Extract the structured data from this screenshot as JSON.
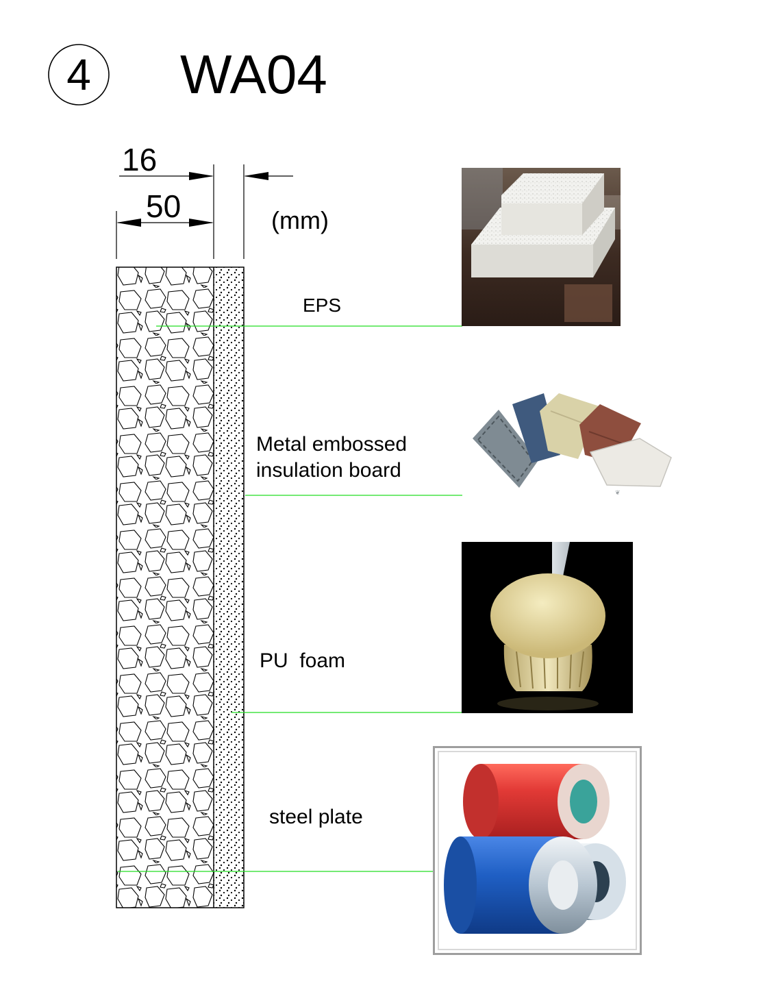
{
  "header": {
    "circled_number": "4",
    "code": "WA04"
  },
  "dimensions": {
    "upper": "16",
    "lower": "50",
    "unit": "(mm)"
  },
  "layers": [
    {
      "key": "eps",
      "label": "EPS"
    },
    {
      "key": "metal-board",
      "label_line1": "Metal embossed",
      "label_line2": "insulation board"
    },
    {
      "key": "pu-foam",
      "label": "PU  foam"
    },
    {
      "key": "steel-plate",
      "label": "steel plate"
    }
  ],
  "colors": {
    "leader_line": "#22dd22",
    "ink": "#000000",
    "steel_red": "#e23a36",
    "steel_blue": "#1f5fc4"
  }
}
